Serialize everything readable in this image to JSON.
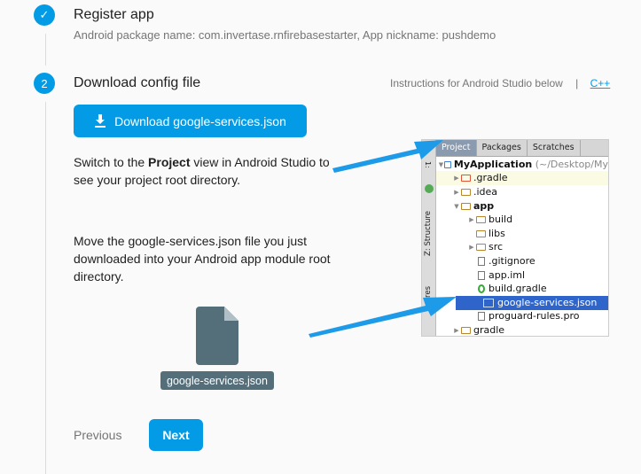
{
  "steps": [
    {
      "marker": "✓",
      "icon": "check-icon",
      "title": "Register app",
      "subtitle": "Android package name: com.invertase.rnfirebasestarter, App nickname: pushdemo"
    },
    {
      "marker": "2",
      "title": "Download config file"
    }
  ],
  "instructions": {
    "label": "Instructions for Android Studio below",
    "separator": "|",
    "link": "C++"
  },
  "download_button": "Download google-services.json",
  "para1": {
    "before": "Switch to the ",
    "bold": "Project",
    "after": " view in Android Studio to see your project root directory."
  },
  "para2": "Move the google-services.json file you just downloaded into your Android app module root directory.",
  "file_label": "google-services.json",
  "nav": {
    "previous": "Previous",
    "next": "Next"
  },
  "colors": {
    "accent": "#039be5",
    "file": "#546e7a"
  },
  "studio": {
    "tabs": [
      "Project",
      "Packages",
      "Scratches"
    ],
    "side_labels": [
      "1:",
      "Z: Structure",
      "ures"
    ],
    "root": {
      "name": "MyApplication",
      "path": "(~/Desktop/My"
    },
    "tree": [
      ".gradle",
      ".idea",
      "app",
      "build",
      "libs",
      "src",
      ".gitignore",
      "app.iml",
      "build.gradle",
      "google-services.json",
      "proguard-rules.pro",
      "gradle"
    ]
  }
}
